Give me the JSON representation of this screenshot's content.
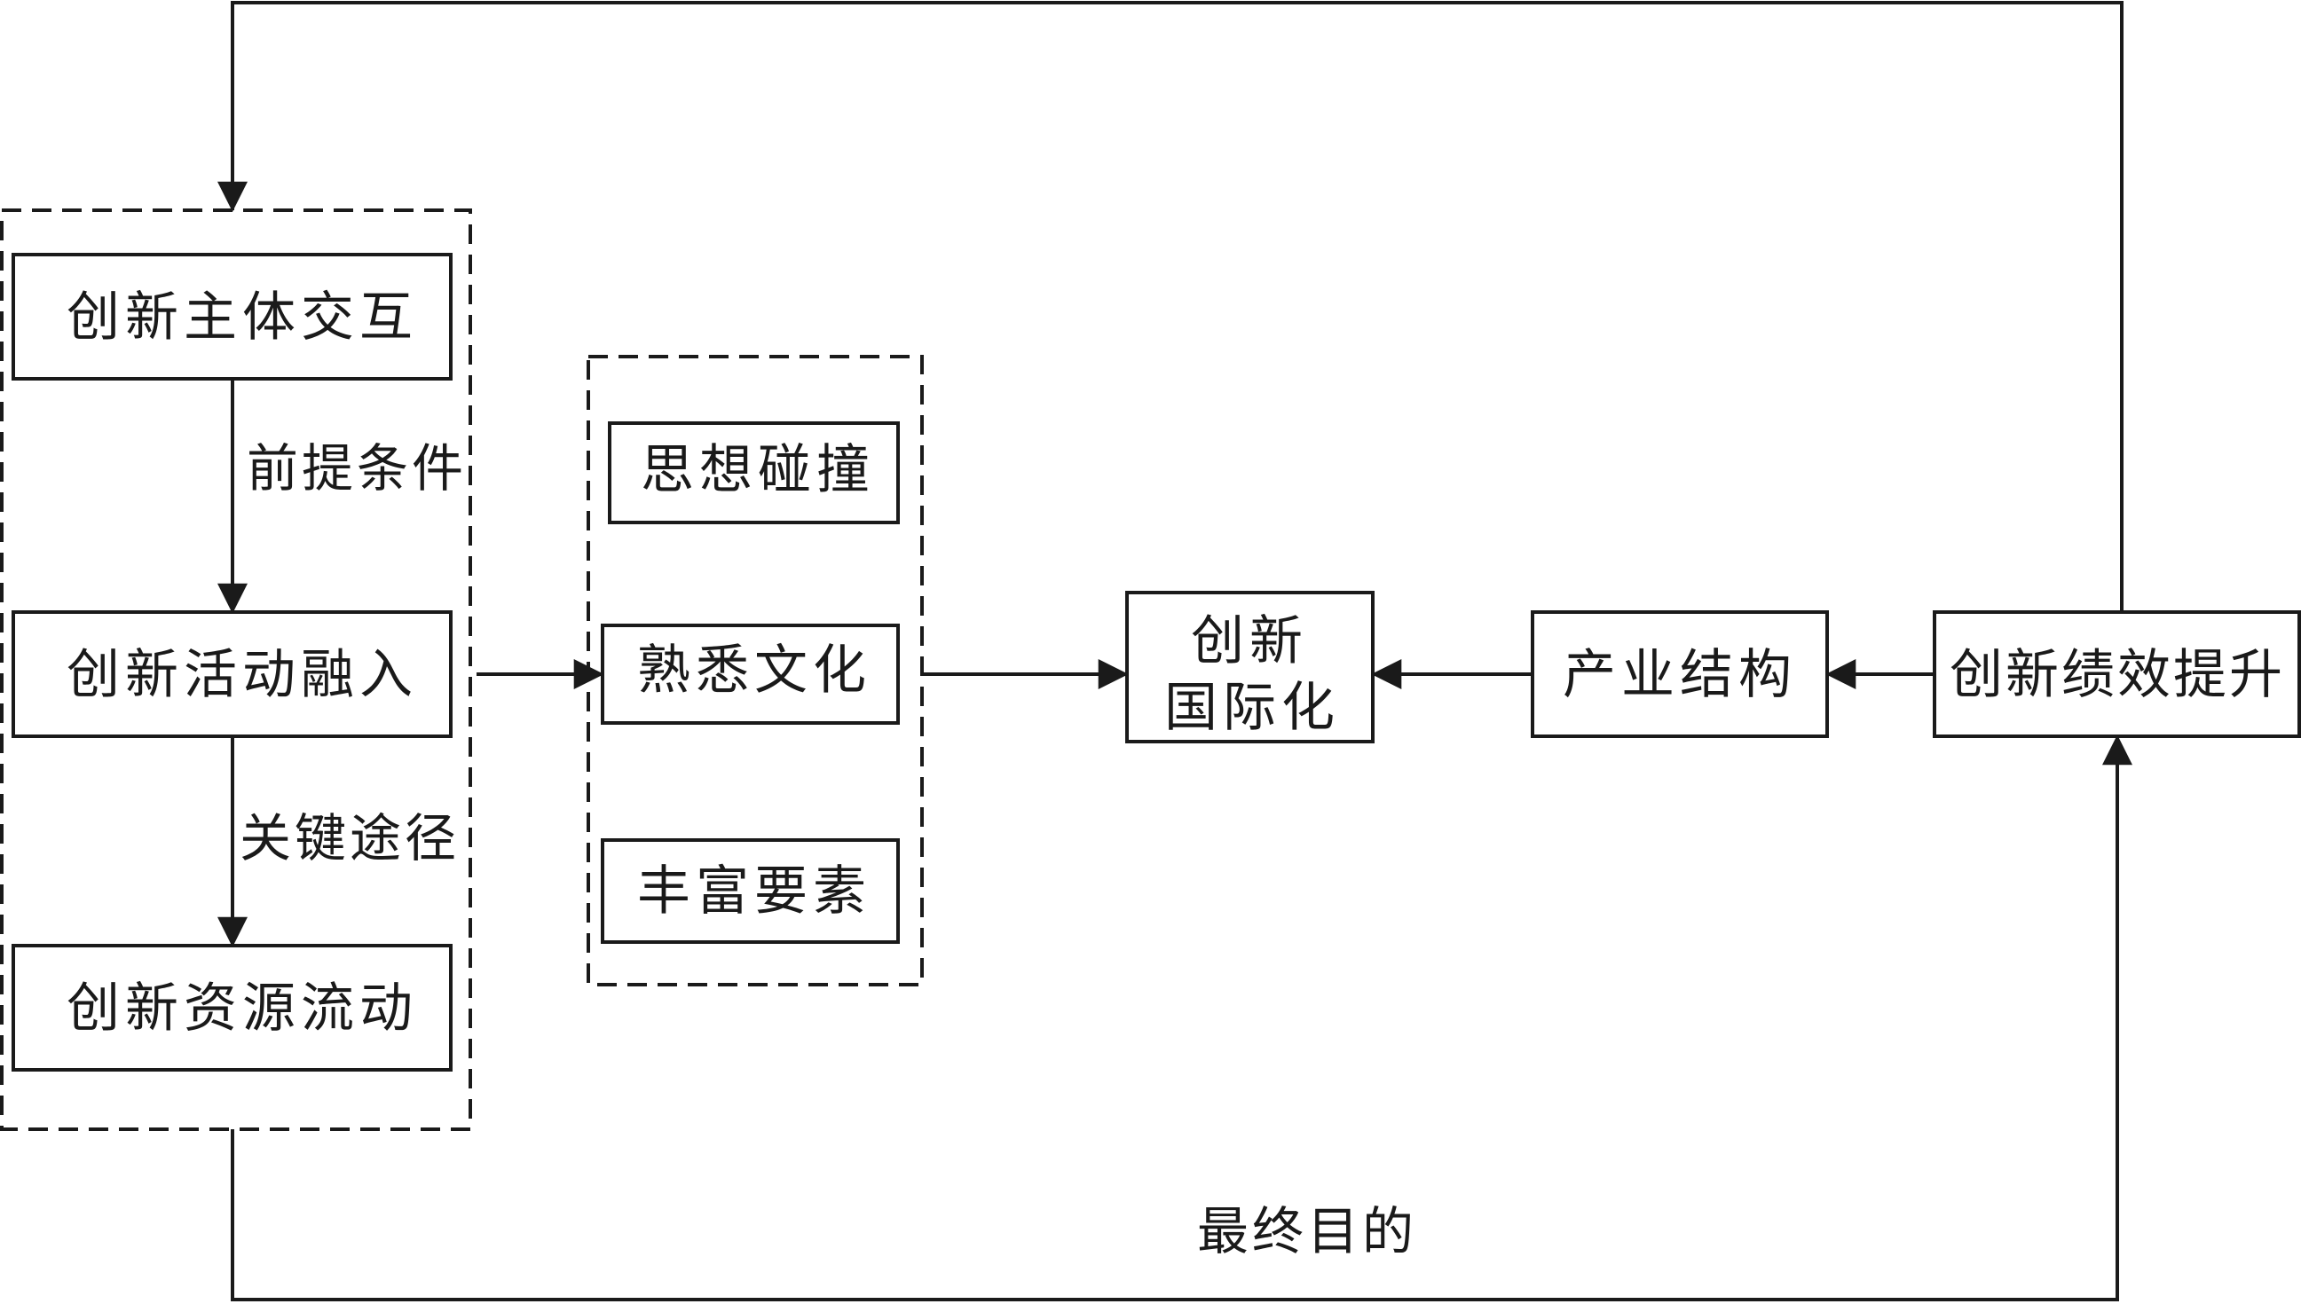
{
  "colors": {
    "line": "#1a1a1a",
    "background": "#ffffff"
  },
  "left_group": {
    "box1": "创新主体交互",
    "box2": "创新活动融入",
    "box3": "创新资源流动",
    "label_premise": "前提条件",
    "label_path": "关键途径"
  },
  "middle_group": {
    "box1": "思想碰撞",
    "box2": "熟悉文化",
    "box3": "丰富要素"
  },
  "center_box": {
    "line1": "创新",
    "line2": "国际化"
  },
  "industry_box": "产业结构",
  "performance_box": "创新绩效提升",
  "bottom_label": "最终目的"
}
